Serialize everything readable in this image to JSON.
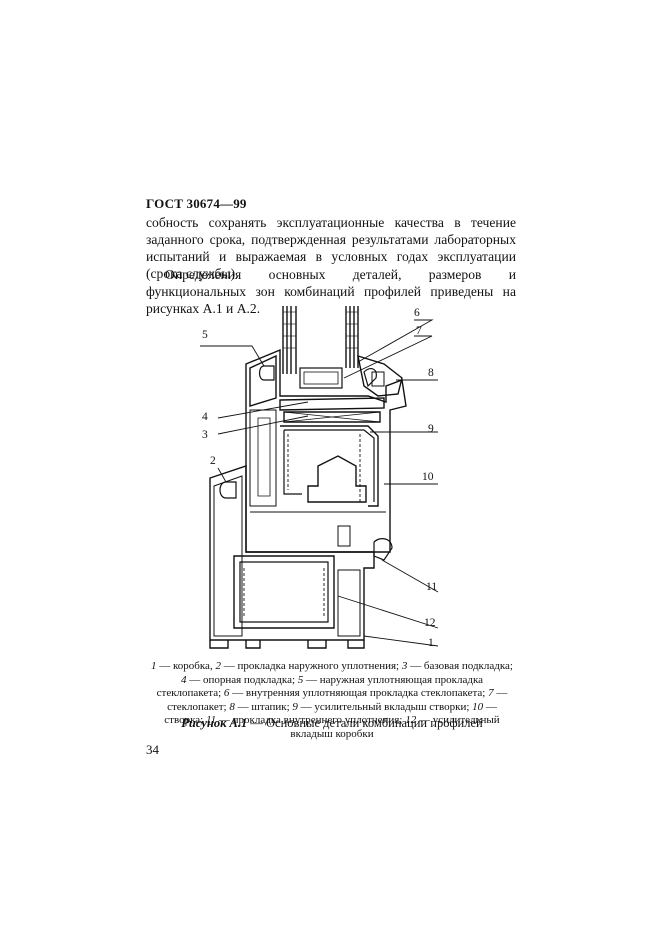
{
  "header": {
    "title": "ГОСТ 30674—99"
  },
  "paragraphs": {
    "p1": "собность сохранять эксплуатационные качества в течение заданного срока, подтвержденная результатами лабораторных испытаний и выражаемая в условных годах эксплуатации (срока службы).",
    "p2": "Определения основных деталей, размеров и функциональных зон комбинаций профилей приведены на рисунках А.1 и А.2."
  },
  "figure": {
    "labels": [
      "1",
      "2",
      "3",
      "4",
      "5",
      "6",
      "7",
      "8",
      "9",
      "10",
      "11",
      "12"
    ]
  },
  "caption": {
    "items": [
      {
        "num": "1",
        "text": " — коробка, "
      },
      {
        "num": "2",
        "text": " — прокладка наружного уплотнения; "
      },
      {
        "num": "3",
        "text": " — базовая подкладка; "
      },
      {
        "num": "4",
        "text": " — опорная подкладка; "
      },
      {
        "num": "5",
        "text": " — наружная уплотняющая прокладка стеклопакета; "
      },
      {
        "num": "6",
        "text": " — внутренняя уплотняющая прокладка стеклопакета; "
      },
      {
        "num": "7",
        "text": " — стеклопакет; "
      },
      {
        "num": "8",
        "text": " — штапик; "
      },
      {
        "num": "9",
        "text": " — усилительный вкладыш створки; "
      },
      {
        "num": "10",
        "text": " — створка; "
      },
      {
        "num": "11",
        "text": " — прокладка внутреннего уплотнения; "
      },
      {
        "num": "12",
        "text": " — усилительный вкладыш коробки"
      }
    ]
  },
  "figure_title": {
    "label": "Рисунок А.1",
    "text": " — Основные детали комбинации профилей"
  },
  "page_number": "34"
}
